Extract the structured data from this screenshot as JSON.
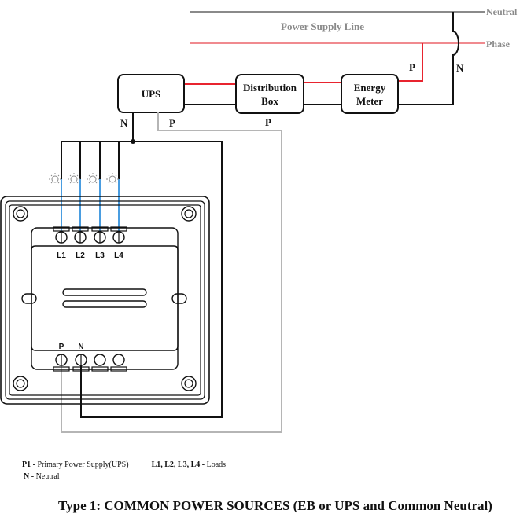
{
  "supply": {
    "line_label": "Power Supply Line",
    "neutral_label": "Neutral",
    "phase_label": "Phase"
  },
  "boxes": {
    "ups": "UPS",
    "distribution_line1": "Distribution",
    "distribution_line2": "Box",
    "meter_line1": "Energy",
    "meter_line2": "Meter"
  },
  "wire_labels": {
    "meter_p": "P",
    "meter_n": "N",
    "ups_n": "N",
    "ups_p": "P",
    "dist_p": "P"
  },
  "switch": {
    "loads": [
      "L1",
      "L2",
      "L3",
      "L4"
    ],
    "inputs": [
      "P",
      "N"
    ]
  },
  "legend": {
    "p1_key": "P1 -",
    "p1_text": "Primary Power Supply(UPS)",
    "loads_key": "L1, L2, L3, L4 -",
    "loads_text": "Loads",
    "n_key": "N -",
    "n_text": "Neutral"
  },
  "title": "Type 1: COMMON POWER SOURCES (EB or UPS and Common Neutral)",
  "colors": {
    "phase": "#e8242f",
    "neutral": "#888888",
    "black": "#111111",
    "load_wire": "#4a9de0",
    "grey_wire": "#b5b5b5"
  }
}
